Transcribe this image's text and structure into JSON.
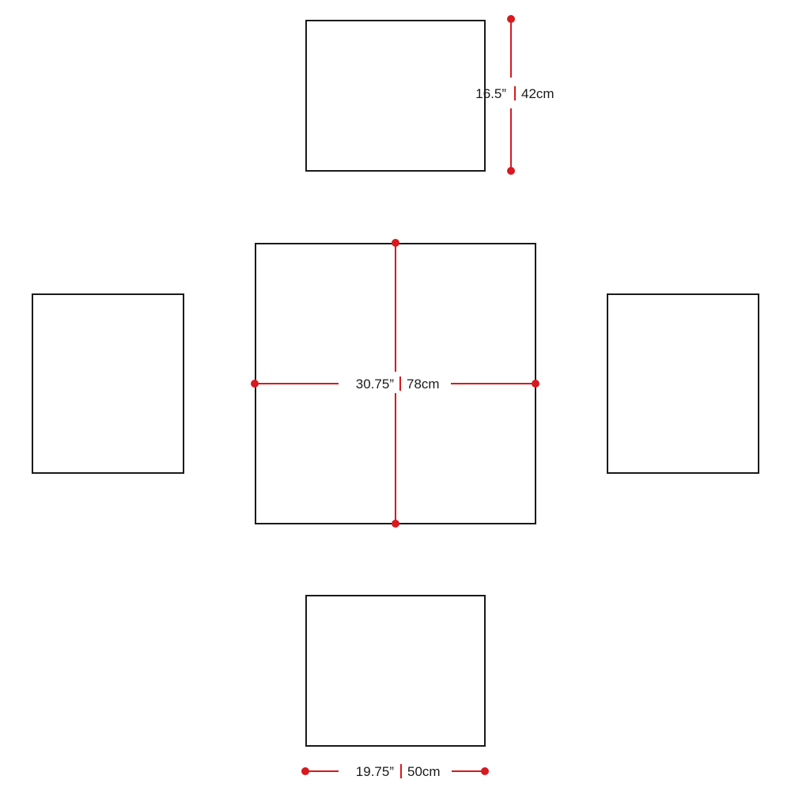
{
  "dimensions": {
    "chair_depth": {
      "imperial": "16.5”",
      "metric": "42cm"
    },
    "table_size": {
      "imperial": "30.75”",
      "metric": "78cm"
    },
    "chair_width": {
      "imperial": "19.75”",
      "metric": "50cm"
    }
  },
  "colors": {
    "dimension": "#d71920",
    "outline": "#1a1a1a"
  }
}
